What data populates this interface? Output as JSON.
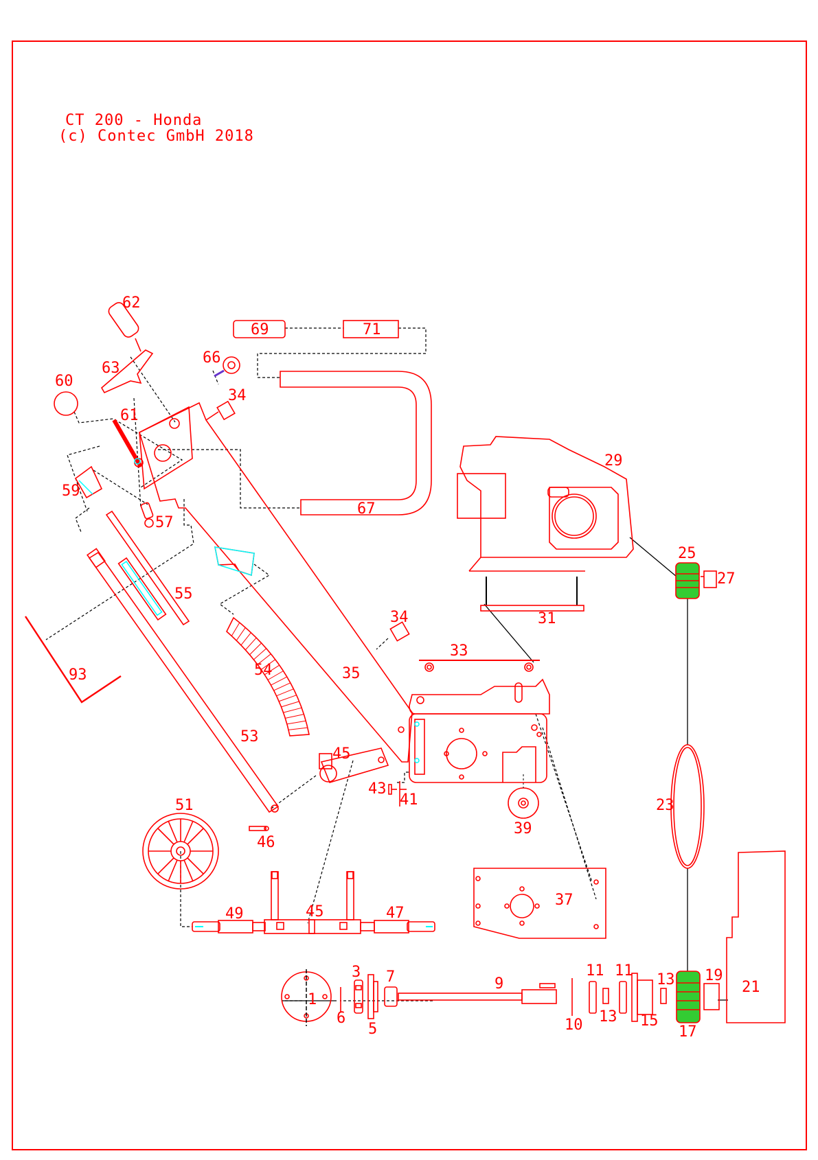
{
  "title": {
    "line1": "CT 200 - Honda",
    "line2": "(c) Contec GmbH 2018"
  },
  "colors": {
    "line": "#ff0000",
    "leader": "#000000",
    "accent_cyan": "#00ffff",
    "accent_green": "#33cc33",
    "accent_purple": "#6633cc"
  },
  "parts": {
    "p1": "1",
    "p3": "3",
    "p5": "5",
    "p6": "6",
    "p7": "7",
    "p9": "9",
    "p10": "10",
    "p11a": "11",
    "p11b": "11",
    "p13a": "13",
    "p13b": "13",
    "p15": "15",
    "p17": "17",
    "p19": "19",
    "p21": "21",
    "p23": "23",
    "p25": "25",
    "p27": "27",
    "p29": "29",
    "p31": "31",
    "p33": "33",
    "p34a": "34",
    "p34b": "34",
    "p35": "35",
    "p37": "37",
    "p39": "39",
    "p41": "41",
    "p43": "43",
    "p45a": "45",
    "p45b": "45",
    "p46": "46",
    "p47": "47",
    "p49": "49",
    "p51": "51",
    "p53": "53",
    "p54": "54",
    "p55": "55",
    "p57": "57",
    "p59": "59",
    "p60": "60",
    "p61": "61",
    "p62": "62",
    "p63": "63",
    "p66": "66",
    "p67": "67",
    "p69": "69",
    "p71": "71",
    "p93": "93"
  }
}
